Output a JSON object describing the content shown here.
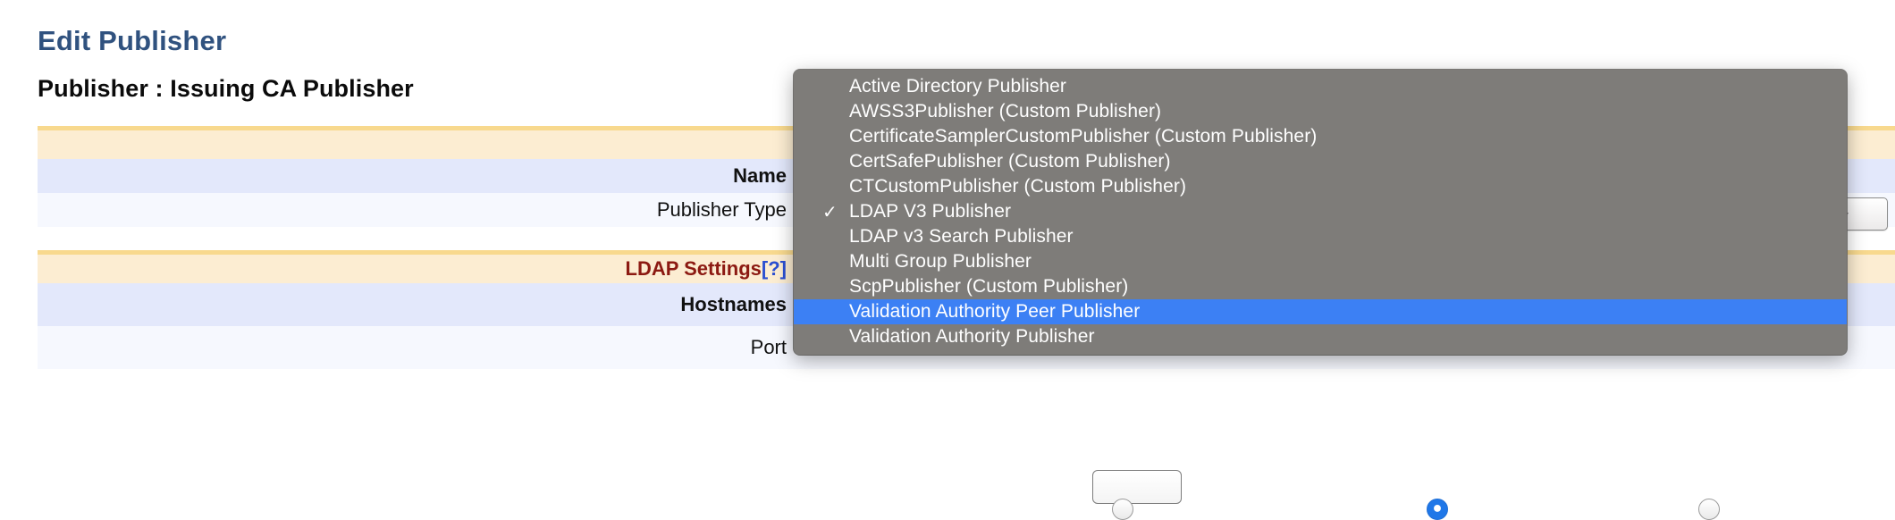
{
  "page": {
    "heading": "Edit Publisher",
    "subheading": "Publisher : Issuing CA Publisher"
  },
  "form": {
    "sections": [
      {
        "title": "",
        "title_suffix": ""
      },
      {
        "title": "LDAP Settings",
        "title_suffix": "[?]"
      }
    ],
    "rows": [
      {
        "label": "Name",
        "bold": true
      },
      {
        "label": "Publisher Type",
        "bold": false
      },
      {
        "label": "Hostnames",
        "bold": true
      },
      {
        "label": "Port",
        "bold": false
      }
    ]
  },
  "publisher_type_select": {
    "selected": "LDAP V3 Publisher",
    "chevron": "⌄"
  },
  "dropdown": {
    "checkmark": "✓",
    "checked_item": "LDAP V3 Publisher",
    "highlighted_item": "Validation Authority Peer Publisher",
    "highlight_color": "#3c80f4",
    "background_color": "#7e7c79",
    "items": [
      "Active Directory Publisher",
      "AWSS3Publisher (Custom Publisher)",
      "CertificateSamplerCustomPublisher (Custom Publisher)",
      "CertSafePublisher (Custom Publisher)",
      "CTCustomPublisher (Custom Publisher)",
      "LDAP V3 Publisher",
      "LDAP v3 Search Publisher",
      "Multi Group Publisher",
      "ScpPublisher (Custom Publisher)",
      "Validation Authority Peer Publisher",
      "Validation Authority Publisher"
    ]
  },
  "colors": {
    "heading": "#30527f",
    "section_bg": "#fcedd2",
    "section_border": "#f8d98e",
    "row_alt_bg": "#e3e8fb",
    "row_bg": "#f6f8fe",
    "section_label": "#8c1a12",
    "help_link": "#2b4fd1"
  }
}
